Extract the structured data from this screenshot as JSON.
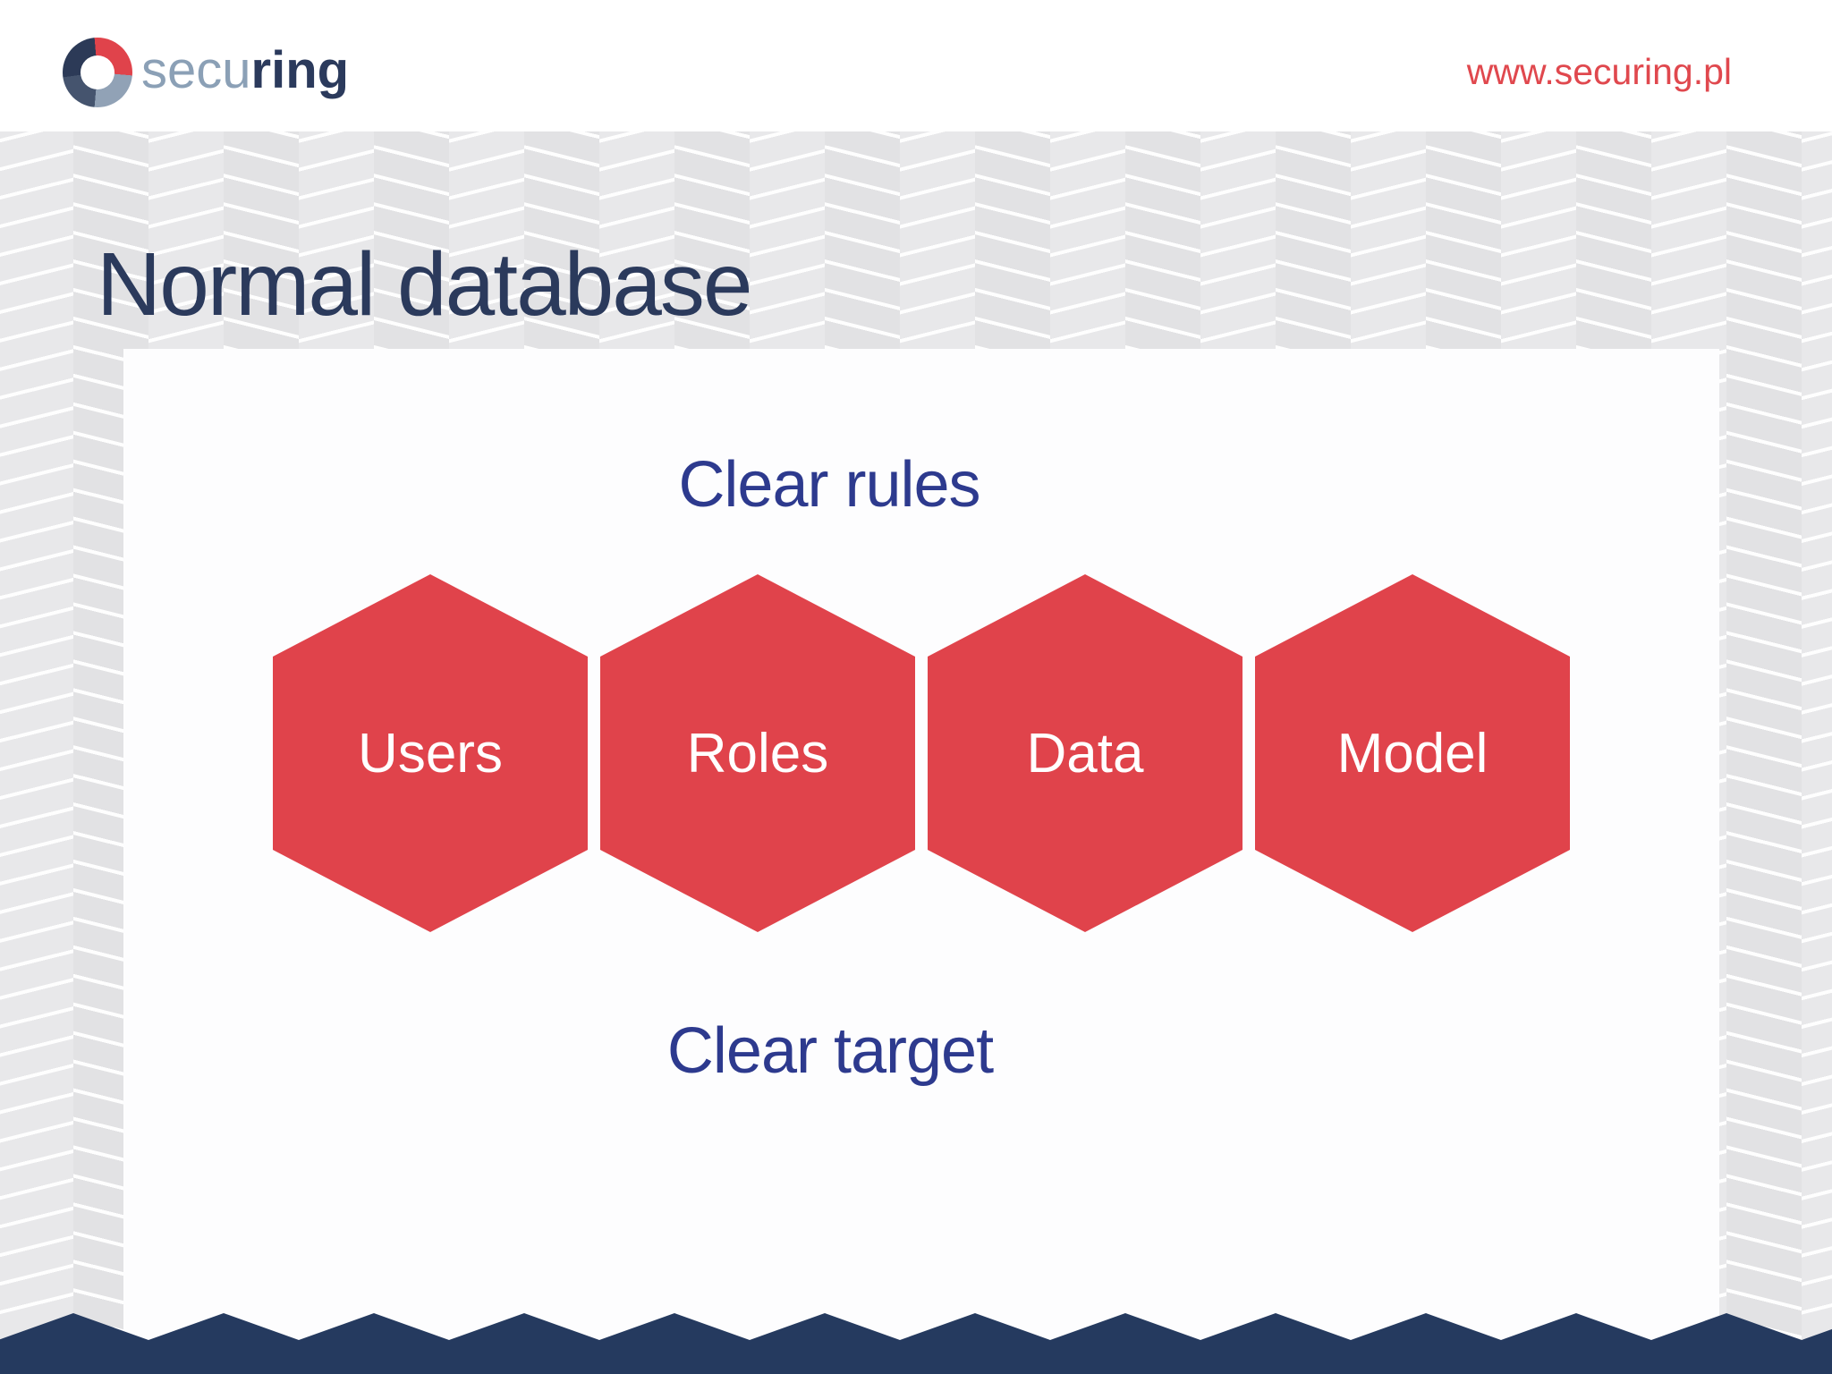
{
  "header": {
    "brand": {
      "prefix": "secu",
      "suffix": "ring"
    },
    "website_url": "www.securing.pl",
    "logo_icon": "securing-ring-logo"
  },
  "slide": {
    "title": "Normal database",
    "top_caption": "Clear rules",
    "bottom_caption": "Clear target",
    "hexagons": [
      "Users",
      "Roles",
      "Data",
      "Model"
    ]
  },
  "colors": {
    "hexagon_red": "#e0434b",
    "title_navy": "#2b3a5c",
    "caption_indigo": "#2d3a8e",
    "footer_navy": "#253a5f",
    "url_red": "#e0484e",
    "brand_prefix_color": "#8ba0b6",
    "brand_suffix_color": "#2b3a5c"
  }
}
